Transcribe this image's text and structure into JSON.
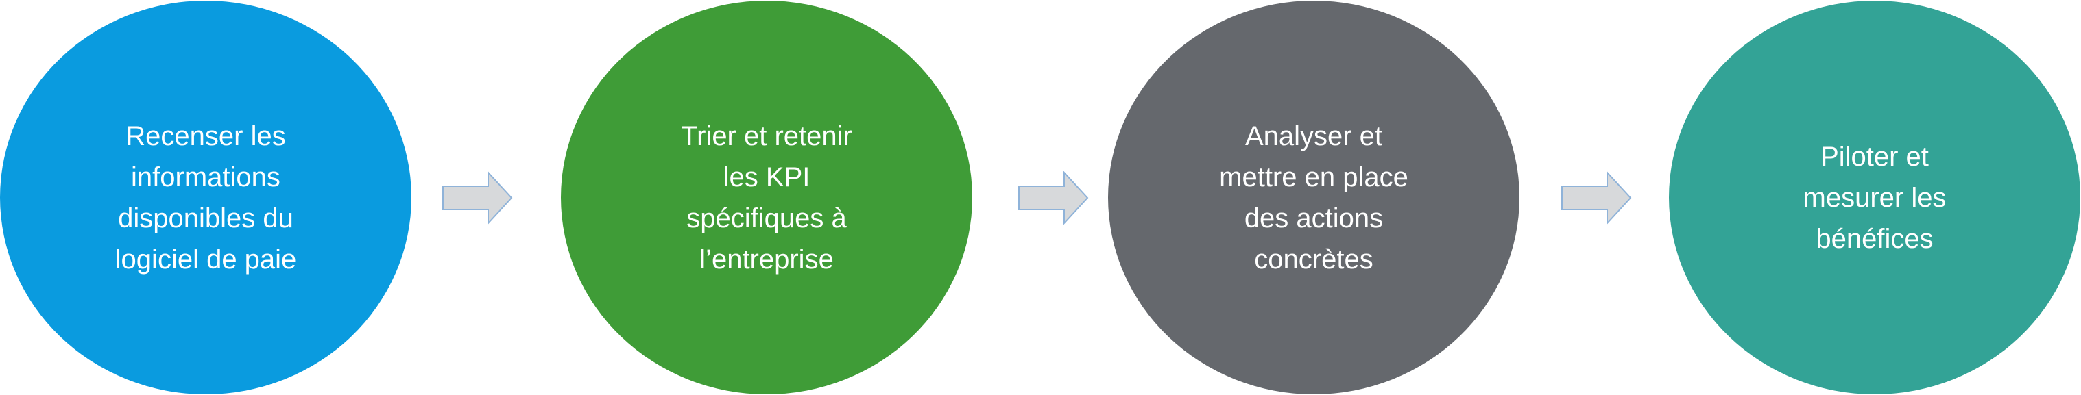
{
  "steps": [
    {
      "text": "Recenser les\ninformations\ndisponibles  du\nlogiciel de paie",
      "color": "#0A9BDF"
    },
    {
      "text": "Trier et retenir\nles KPI\nspécifiques à\nl’entreprise",
      "color": "#3F9C37"
    },
    {
      "text": "Analyser et\nmettre en place\ndes actions\nconcrètes",
      "color": "#65686D"
    },
    {
      "text": "Piloter et\nmesurer les\nbénéfices",
      "color": "#33A396"
    }
  ],
  "arrow_colors": {
    "fill": "#D7D9DB",
    "stroke": "#8FB3D9"
  }
}
